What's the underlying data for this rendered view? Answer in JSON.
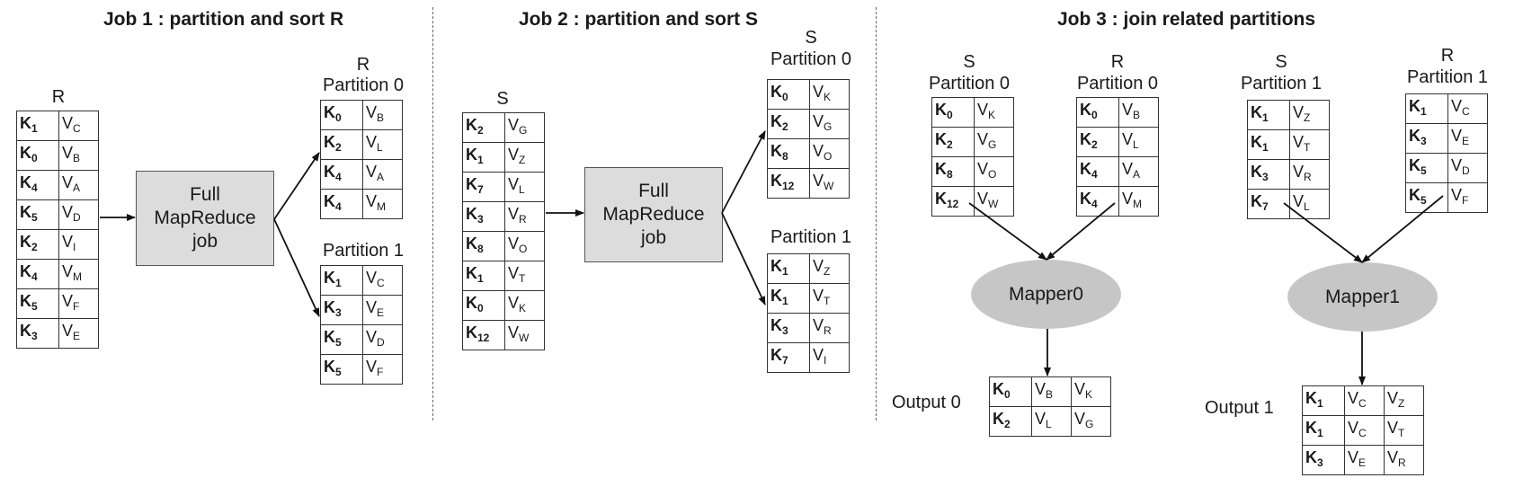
{
  "titles": {
    "job1": "Job 1 : partition and sort R",
    "job2": "Job 2 : partition and sort S",
    "job3": "Job 3 : join related partitions"
  },
  "job1": {
    "input_label": "R",
    "input": [
      [
        "K",
        "1",
        "V",
        "C"
      ],
      [
        "K",
        "0",
        "V",
        "B"
      ],
      [
        "K",
        "4",
        "V",
        "A"
      ],
      [
        "K",
        "5",
        "V",
        "D"
      ],
      [
        "K",
        "2",
        "V",
        "I"
      ],
      [
        "K",
        "4",
        "V",
        "M"
      ],
      [
        "K",
        "5",
        "V",
        "F"
      ],
      [
        "K",
        "3",
        "V",
        "E"
      ]
    ],
    "box_lines": [
      "Full",
      "MapReduce",
      "job"
    ],
    "p0_rel": "R",
    "p0_label": "Partition 0",
    "p0": [
      [
        "K",
        "0",
        "V",
        "B"
      ],
      [
        "K",
        "2",
        "V",
        "L"
      ],
      [
        "K",
        "4",
        "V",
        "A"
      ],
      [
        "K",
        "4",
        "V",
        "M"
      ]
    ],
    "p1_label": "Partition 1",
    "p1": [
      [
        "K",
        "1",
        "V",
        "C"
      ],
      [
        "K",
        "3",
        "V",
        "E"
      ],
      [
        "K",
        "5",
        "V",
        "D"
      ],
      [
        "K",
        "5",
        "V",
        "F"
      ]
    ]
  },
  "job2": {
    "input_label": "S",
    "input": [
      [
        "K",
        "2",
        "V",
        "G"
      ],
      [
        "K",
        "1",
        "V",
        "Z"
      ],
      [
        "K",
        "7",
        "V",
        "L"
      ],
      [
        "K",
        "3",
        "V",
        "R"
      ],
      [
        "K",
        "8",
        "V",
        "O"
      ],
      [
        "K",
        "1",
        "V",
        "T"
      ],
      [
        "K",
        "0",
        "V",
        "K"
      ],
      [
        "K",
        "12",
        "V",
        "W"
      ]
    ],
    "box_lines": [
      "Full",
      "MapReduce",
      "job"
    ],
    "p0_rel": "S",
    "p0_label": "Partition 0",
    "p0": [
      [
        "K",
        "0",
        "V",
        "K"
      ],
      [
        "K",
        "2",
        "V",
        "G"
      ],
      [
        "K",
        "8",
        "V",
        "O"
      ],
      [
        "K",
        "12",
        "V",
        "W"
      ]
    ],
    "p1_label": "Partition 1",
    "p1": [
      [
        "K",
        "1",
        "V",
        "Z"
      ],
      [
        "K",
        "1",
        "V",
        "T"
      ],
      [
        "K",
        "3",
        "V",
        "R"
      ],
      [
        "K",
        "7",
        "V",
        "I"
      ]
    ]
  },
  "job3": {
    "s0_rel": "S",
    "s0_label": "Partition 0",
    "s0": [
      [
        "K",
        "0",
        "V",
        "K"
      ],
      [
        "K",
        "2",
        "V",
        "G"
      ],
      [
        "K",
        "8",
        "V",
        "O"
      ],
      [
        "K",
        "12",
        "V",
        "W"
      ]
    ],
    "r0_rel": "R",
    "r0_label": "Partition 0",
    "r0": [
      [
        "K",
        "0",
        "V",
        "B"
      ],
      [
        "K",
        "2",
        "V",
        "L"
      ],
      [
        "K",
        "4",
        "V",
        "A"
      ],
      [
        "K",
        "4",
        "V",
        "M"
      ]
    ],
    "s1_rel": "S",
    "s1_label": "Partition 1",
    "s1": [
      [
        "K",
        "1",
        "V",
        "Z"
      ],
      [
        "K",
        "1",
        "V",
        "T"
      ],
      [
        "K",
        "3",
        "V",
        "R"
      ],
      [
        "K",
        "7",
        "V",
        "L"
      ]
    ],
    "r1_rel": "R",
    "r1_label": "Partition 1",
    "r1": [
      [
        "K",
        "1",
        "V",
        "C"
      ],
      [
        "K",
        "3",
        "V",
        "E"
      ],
      [
        "K",
        "5",
        "V",
        "D"
      ],
      [
        "K",
        "5",
        "V",
        "F"
      ]
    ],
    "mapper0": "Mapper0",
    "mapper1": "Mapper1",
    "out0_label": "Output 0",
    "out0": [
      [
        "K",
        "0",
        "V",
        "B",
        "V",
        "K"
      ],
      [
        "K",
        "2",
        "V",
        "L",
        "V",
        "G"
      ]
    ],
    "out1_label": "Output 1",
    "out1": [
      [
        "K",
        "1",
        "V",
        "C",
        "V",
        "Z"
      ],
      [
        "K",
        "1",
        "V",
        "C",
        "V",
        "T"
      ],
      [
        "K",
        "3",
        "V",
        "E",
        "V",
        "R"
      ]
    ]
  }
}
